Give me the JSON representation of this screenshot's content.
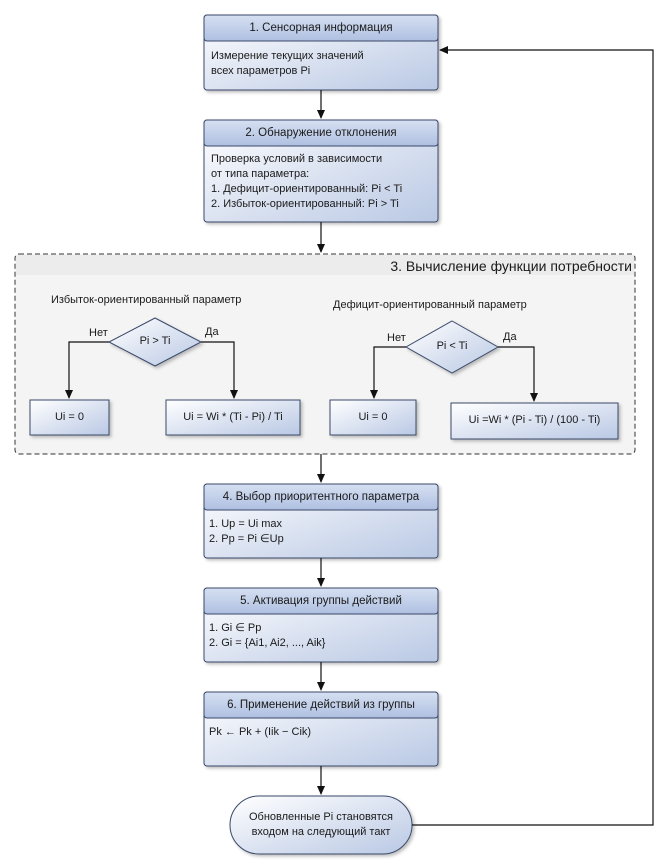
{
  "steps": {
    "s1": {
      "title": "1. Сенсорная информация",
      "body": "Измерение текущих значений\nвсех параметров Pi"
    },
    "s2": {
      "title": "2. Обнаружение отклонения",
      "body": "Проверка условий в зависимости\nот типа параметра:\n1. Дефицит-ориентированный: Pi < Ti\n2. Избыток-ориентированный: Pi > Ti"
    },
    "s3": {
      "title": "3. Вычисление функции потребности",
      "left": {
        "heading": "Избыток-ориентированный параметр",
        "condition": "Pi > Ti",
        "no": "Нет",
        "yes": "Да",
        "no_result": "Ui = 0",
        "yes_result": "Ui = Wi * (Ti - Pi) / Ti"
      },
      "right": {
        "heading": "Дефицит-ориентированный параметр",
        "condition": "Pi < Ti",
        "no": "Нет",
        "yes": "Да",
        "no_result": "Ui = 0",
        "yes_result": "Ui =Wi * (Pi - Ti) / (100 - Ti)"
      }
    },
    "s4": {
      "title": "4. Выбор приоритентного параметра",
      "body": "1. Up = Ui max\n2. Pp = Pi ∈Up"
    },
    "s5": {
      "title": "5. Активация группы действий",
      "body": "1. Gi ∈ Pp\n2. Gi = {Ai1, Ai2, ..., Aik}"
    },
    "s6": {
      "title": "6. Применение действий из группы",
      "body": "Pk ← Pk + (Iik − Cik)"
    },
    "end": {
      "text": "Обновленные Pi становятся\nвходом на следующий такт"
    }
  },
  "colors": {
    "header_fill": "#c7d3ea",
    "body_fill": "#d9e2f2",
    "border": "#3a4a6a",
    "dashed_fill": "#f5f5f5"
  }
}
